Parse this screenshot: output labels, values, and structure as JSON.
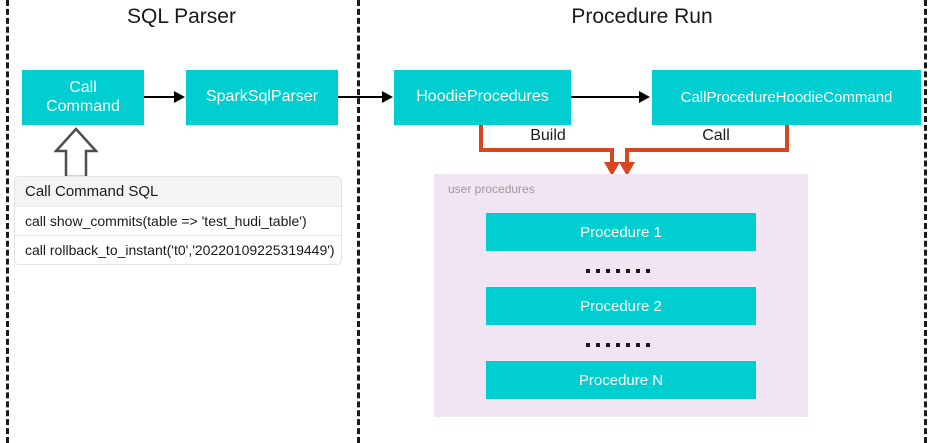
{
  "diagram": {
    "sections": [
      {
        "id": "sql-parser",
        "title": "SQL Parser"
      },
      {
        "id": "procedure-run",
        "title": "Procedure Run"
      }
    ],
    "nodes": {
      "call_command": "Call\nCommand",
      "call_command_line1": "Call",
      "call_command_line2": "Command",
      "spark_sql_parser": "SparkSqlParser",
      "hoodie_procedures": "HoodieProcedures",
      "call_procedure_hoodie_command": "CallProcedureHoodieCommand"
    },
    "edge_labels": {
      "build": "Build",
      "call": "Call"
    },
    "sql_table": {
      "header": "Call Command SQL",
      "rows": [
        "call show_commits(table => 'test_hudi_table')",
        "call rollback_to_instant('t0','20220109225319449')"
      ]
    },
    "procedures_panel": {
      "label": "user procedures",
      "items": [
        {
          "type": "box",
          "label": "Procedure 1"
        },
        {
          "type": "dots",
          "label": ""
        },
        {
          "type": "box",
          "label": "Procedure 2"
        },
        {
          "type": "dots",
          "label": ""
        },
        {
          "type": "box",
          "label": "Procedure N"
        }
      ]
    },
    "colors": {
      "node_fill": "#00CED1",
      "node_text": "#FFFFFF",
      "orange_edge": "#D7461E",
      "panel_fill": "#F2E5F3",
      "panel_label": "#9B9B9B",
      "divider": "#1A1A1A",
      "table_header_fill": "#F4F4F4"
    }
  }
}
